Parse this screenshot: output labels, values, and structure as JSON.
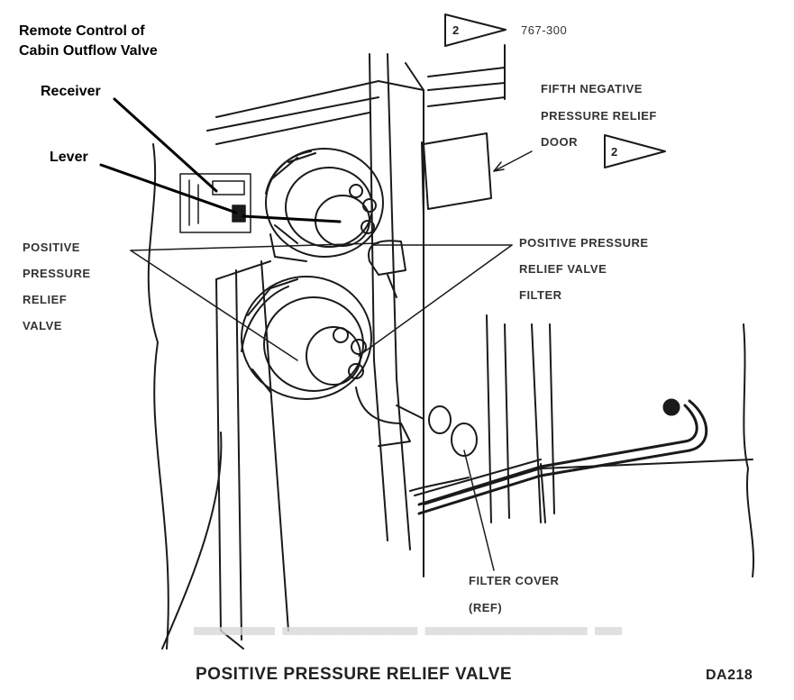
{
  "annotations": {
    "title_line1": "Remote Control of",
    "title_line2": "Cabin Outflow Valve",
    "receiver": "Receiver",
    "lever": "Lever"
  },
  "labels": {
    "model_ref": "767-300",
    "triangle_note": "2",
    "fifth_negative": [
      "FIFTH NEGATIVE",
      "PRESSURE RELIEF",
      "DOOR"
    ],
    "positive_relief_valve": [
      "POSITIVE",
      "PRESSURE",
      "RELIEF",
      "VALVE"
    ],
    "positive_filter": [
      "POSITIVE PRESSURE",
      "RELIEF VALVE",
      "FILTER"
    ],
    "filter_cover": [
      "FILTER COVER",
      "(REF)"
    ]
  },
  "caption": "POSITIVE PRESSURE RELIEF VALVE",
  "drawing_id": "DA218",
  "colors": {
    "ink": "#1a1a1a",
    "label_ink": "#333333",
    "background": "#ffffff"
  }
}
